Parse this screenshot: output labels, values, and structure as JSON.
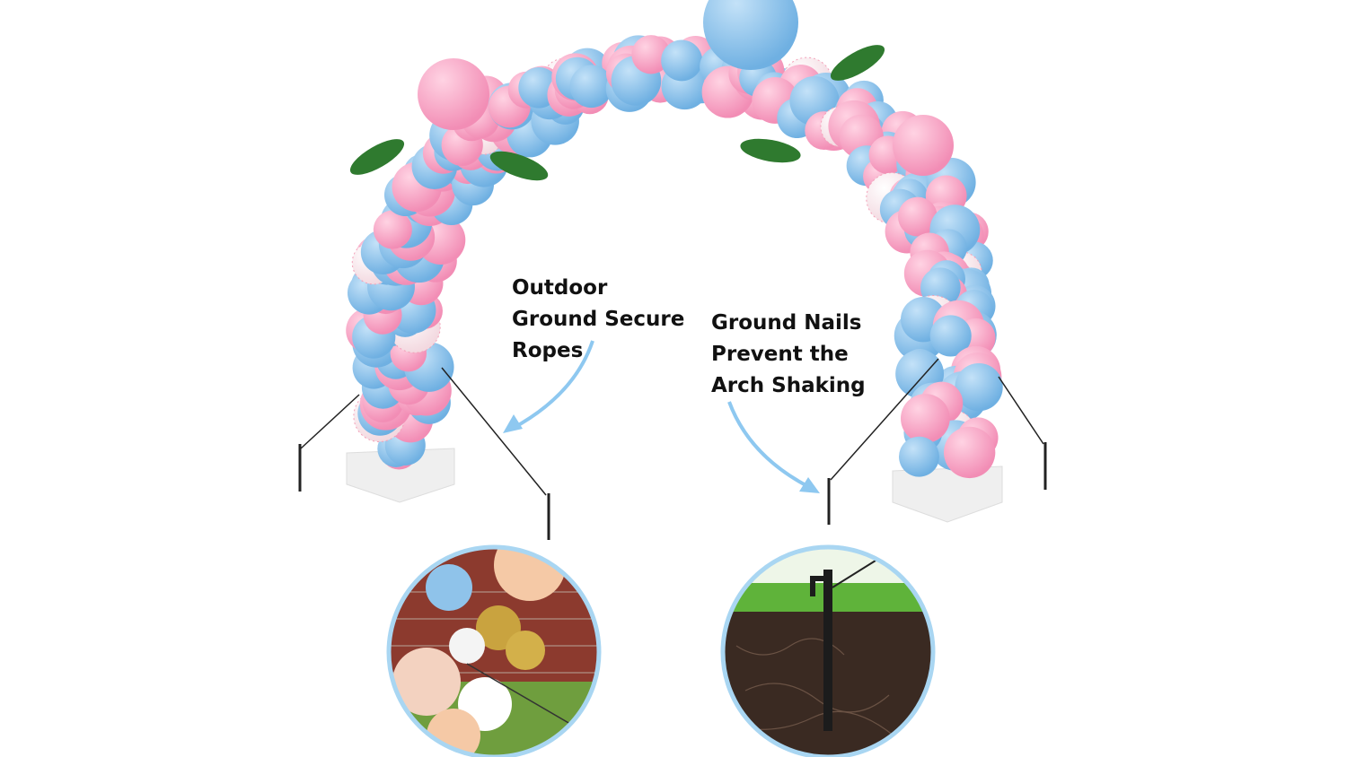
{
  "callouts": {
    "ropes": {
      "lines": [
        "Outdoor",
        "Ground Secure",
        "Ropes"
      ]
    },
    "nails": {
      "lines": [
        "Ground Nails",
        "Prevent the",
        "Arch Shaking"
      ]
    }
  },
  "colors": {
    "pink": "#f7a6c4",
    "blue": "#8fc3ea",
    "arrow": "#8ec8f0",
    "circle_border": "#a9d6f2",
    "leaf": "#2f7a2f",
    "base": "#f2f2f2"
  }
}
